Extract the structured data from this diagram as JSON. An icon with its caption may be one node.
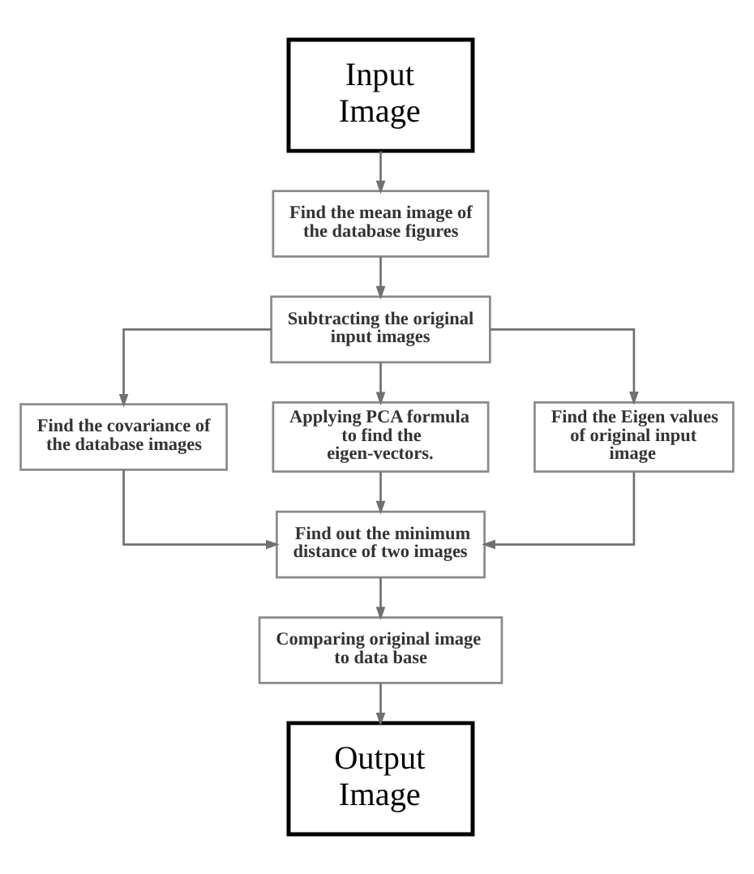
{
  "diagram": {
    "nodes": [
      {
        "text": [
          "Input Image"
        ]
      },
      {
        "text": [
          "Find the mean image of the database figures"
        ]
      },
      {
        "text": [
          "Subtracting the original input images"
        ]
      },
      {
        "text": [
          "Find the covariance of the database images"
        ]
      },
      {
        "text": [
          "Applying PCA formula to find the eigen-vectors."
        ]
      },
      {
        "text": [
          "Find the Eigen values of original input image"
        ]
      },
      {
        "text": [
          "Find out the minimum distance of two images"
        ]
      },
      {
        "text": [
          "Comparing original image to data base"
        ]
      },
      {
        "text": [
          "Output Image"
        ]
      }
    ],
    "edges": [
      {
        "from": 0,
        "to": 1,
        "arrow": "to"
      },
      {
        "from": 1,
        "to": 2,
        "arrow": "to"
      },
      {
        "from": 2,
        "to": 3,
        "arrow": "to"
      },
      {
        "from": 2,
        "to": 4,
        "arrow": "to"
      },
      {
        "from": 2,
        "to": 5,
        "arrow": "to"
      },
      {
        "from": 3,
        "to": 6,
        "arrow": "to"
      },
      {
        "from": 4,
        "to": 6,
        "arrow": "to"
      },
      {
        "from": 5,
        "to": 6,
        "arrow": "to"
      },
      {
        "from": 6,
        "to": 7,
        "arrow": "to"
      },
      {
        "from": 7,
        "to": 8,
        "arrow": "to"
      }
    ]
  }
}
